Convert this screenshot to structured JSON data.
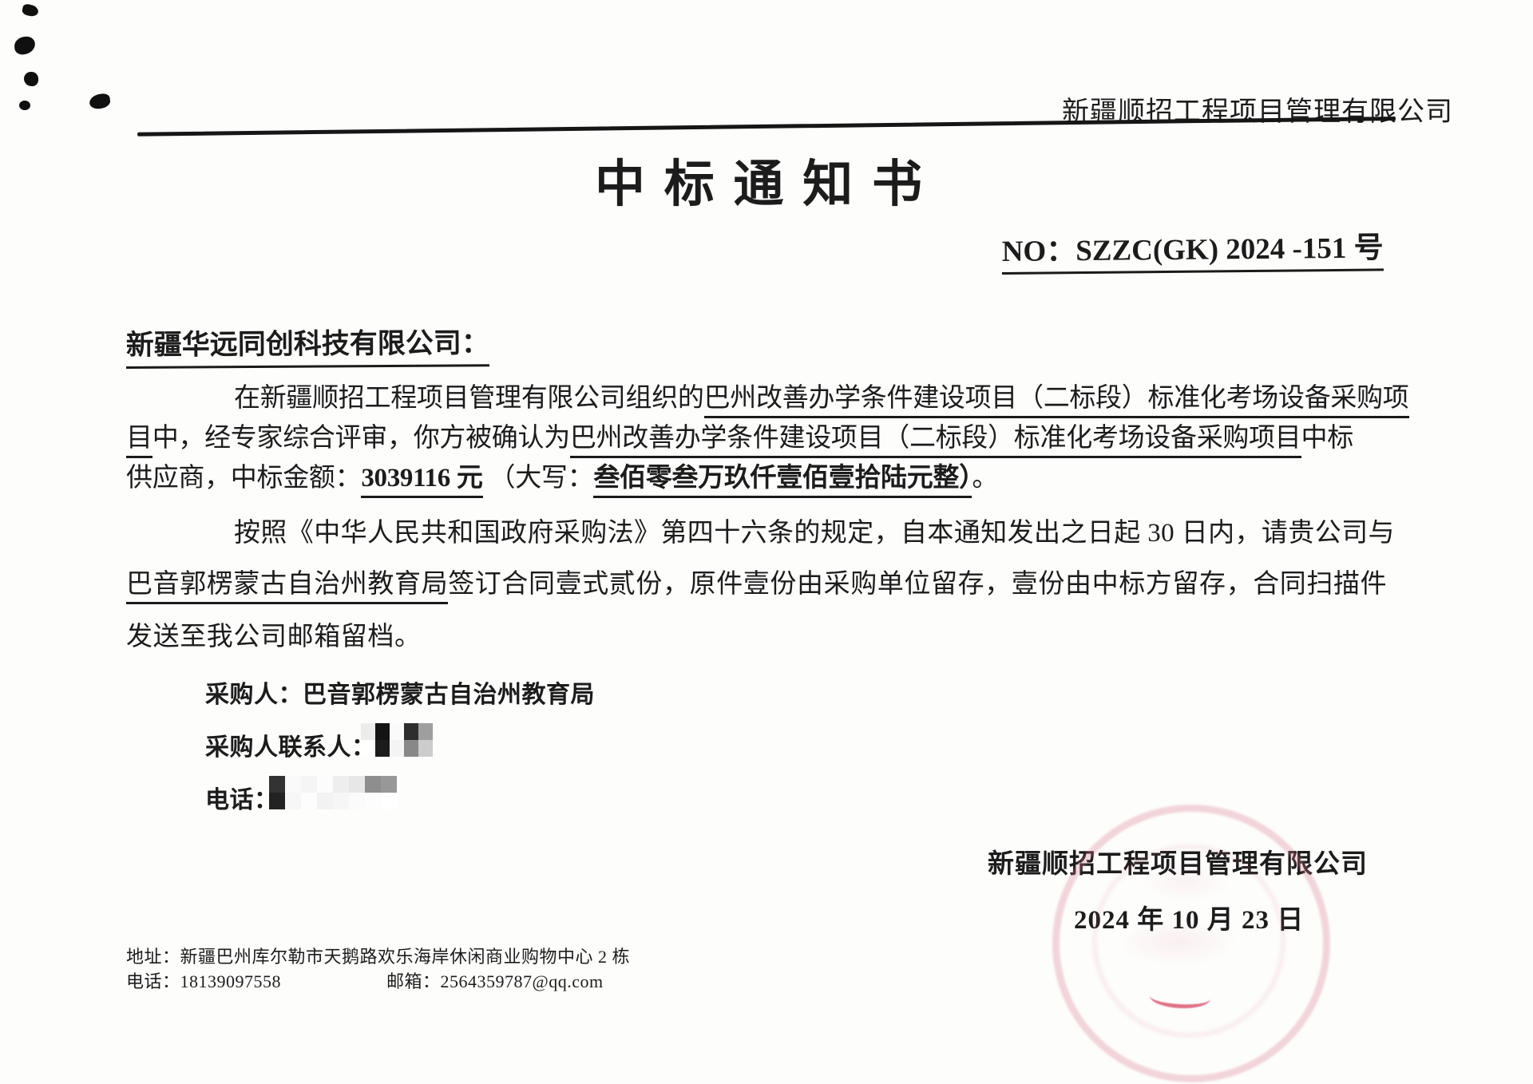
{
  "doc": {
    "header_company": "新疆顺招工程项目管理有限公司",
    "title": "中 标 通 知 书",
    "doc_no": "NO：SZZC(GK) 2024 -151 号",
    "addressee": "新疆华远同创科技有限公司：",
    "para1": {
      "l1_pre": "在新疆顺招工程项目管理有限公司组织的",
      "l1_underline": "巴州改善办学条件建设项目（二标段）标准化考场设备采购项",
      "l2_underline_head": "目",
      "l2_mid": "中，经专家综合评审，你方被确认为",
      "l2_underline": "巴州改善办学条件建设项目（二标段）标准化考场设备采购项目",
      "l2_tail": "中标",
      "l3_pre": "供应商，中标金额：",
      "l3_amount": "3039116 元",
      "l3_mid": " （大写：",
      "l3_amount_cn": "叁佰零叁万玖仟壹佰壹拾陆元整）",
      "l3_tail": "。"
    },
    "para2": {
      "l1": "按照《中华人民共和国政府采购法》第四十六条的规定，自本通知发出之日起 30 日内，请贵公司与",
      "l2_underline": "巴音郭楞蒙古自治州教育局",
      "l2_rest": "签订合同壹式贰份，原件壹份由采购单位留存，壹份由中标方留存，合同扫描件",
      "l3": "发送至我公司邮箱留档。"
    },
    "purchaser": {
      "label": "采购人：",
      "value": "巴音郭楞蒙古自治州教育局"
    },
    "contact": {
      "label": "采购人联系人：",
      "value_redacted": true
    },
    "phone": {
      "label": "电话：",
      "value_redacted": true
    },
    "signature": {
      "company": "新疆顺招工程项目管理有限公司",
      "date": "2024 年 10 月 23 日"
    },
    "footer": {
      "address_label": "地址：",
      "address": "新疆巴州库尔勒市天鹅路欢乐海岸休闲商业购物中心 2 栋",
      "phone_label": "电话：",
      "phone": "18139097558",
      "email_label": "邮箱：",
      "email": "2564359787@qq.com"
    },
    "colors": {
      "ink": "#1c1c1c",
      "stamp_ring": "#db7a8a",
      "stamp_stroke": "#d63c5a"
    }
  }
}
